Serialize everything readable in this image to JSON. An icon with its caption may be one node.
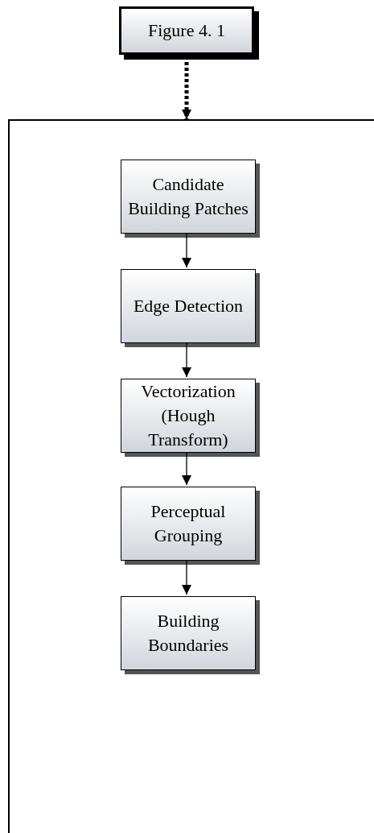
{
  "diagram": {
    "nodes": [
      {
        "text": [
          "Figure 4. 1"
        ]
      },
      {
        "text": [],
        "shape": "box"
      },
      {
        "text": [
          "Candidate Building Patches"
        ],
        "in": 1
      },
      {
        "text": [
          "Edge Detection"
        ],
        "in": 1
      },
      {
        "text": [
          "Vectorization (Hough Transform)"
        ],
        "in": 1
      },
      {
        "text": [
          "Perceptual Grouping"
        ],
        "in": 1
      },
      {
        "text": [
          "Building Boundaries"
        ],
        "in": 1
      }
    ],
    "edges": [
      {
        "from": 0,
        "to": 1,
        "arrow": "to",
        "style": "dashed"
      },
      {
        "from": 2,
        "to": 3,
        "arrow": "to"
      },
      {
        "from": 3,
        "to": 4,
        "arrow": "to"
      },
      {
        "from": 4,
        "to": 5,
        "arrow": "to"
      },
      {
        "from": 5,
        "to": 6,
        "arrow": "to"
      }
    ]
  }
}
